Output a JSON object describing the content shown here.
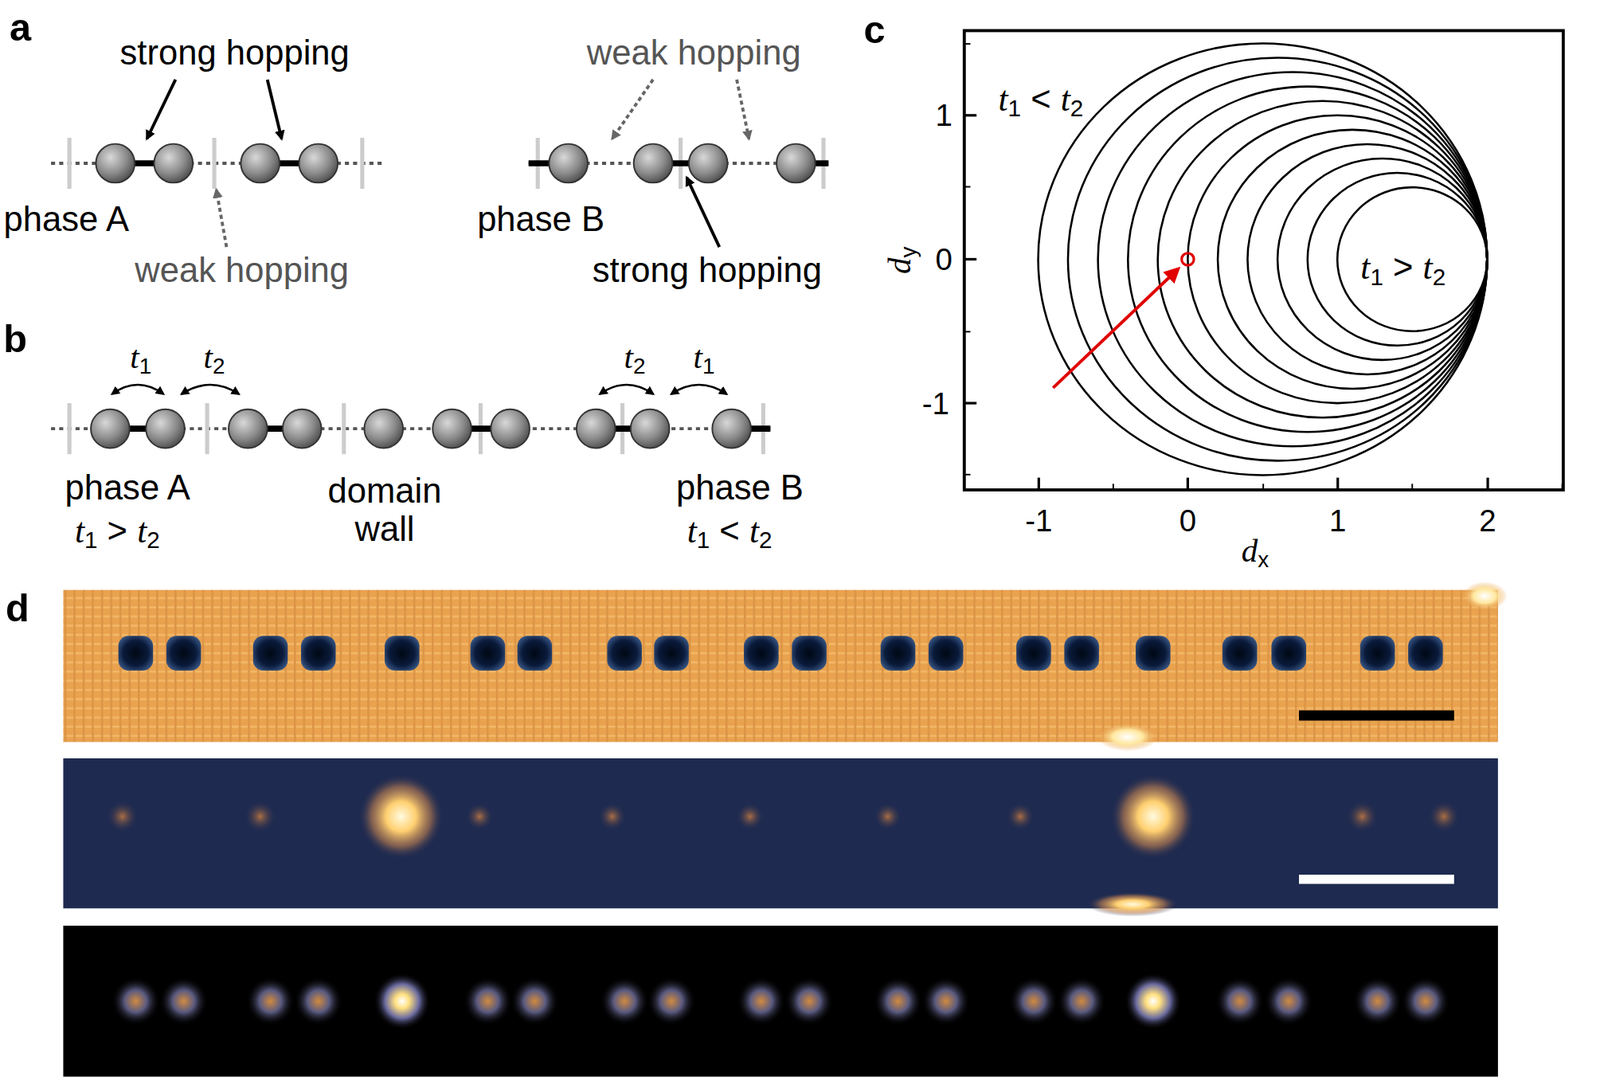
{
  "diagram": {
    "labels": [
      "a",
      "strong hopping",
      "weak hopping",
      "c",
      "phase A",
      "phase B",
      "weak hopping",
      "strong hopping",
      "b",
      "t1",
      "t2",
      "t2",
      "t1",
      "phase A",
      "t1 > t2",
      "domain wall",
      "phase B",
      "t1 < t2",
      "t1 < t2",
      "t1 > t2",
      "1",
      "0",
      "-1",
      "-1",
      "0",
      "1",
      "2",
      "dx",
      "dy",
      "d"
    ]
  }
}
